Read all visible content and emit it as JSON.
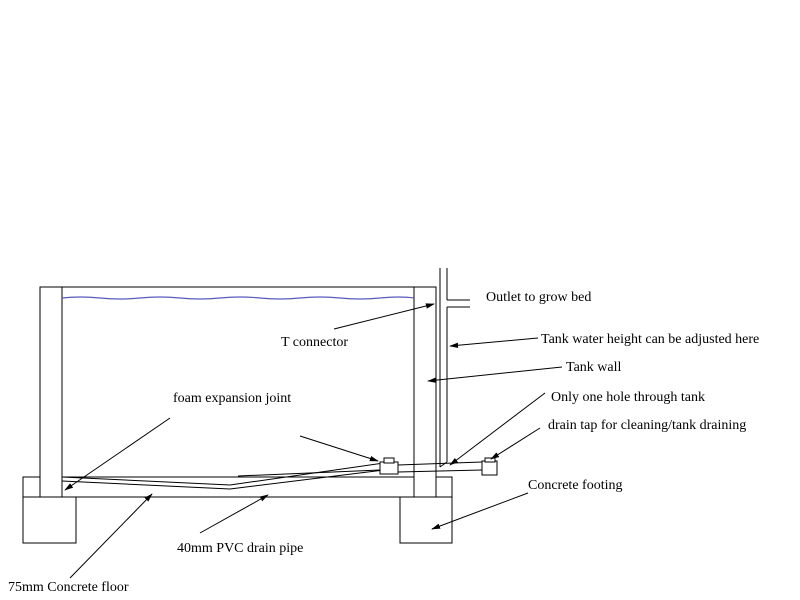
{
  "labels": {
    "outlet": "Outlet to grow bed",
    "t_connector": "T connector",
    "water_height": "Tank water height can be adjusted here",
    "tank_wall": "Tank wall",
    "one_hole": "Only one hole through tank",
    "drain_tap": "drain tap for cleaning/tank draining",
    "foam": "foam expansion joint",
    "footing": "Concrete footing",
    "pvc": "40mm PVC drain pipe",
    "floor": "75mm Concrete floor"
  },
  "colors": {
    "line": "#000000",
    "water": "#5a5ab8",
    "background": "#ffffff"
  }
}
